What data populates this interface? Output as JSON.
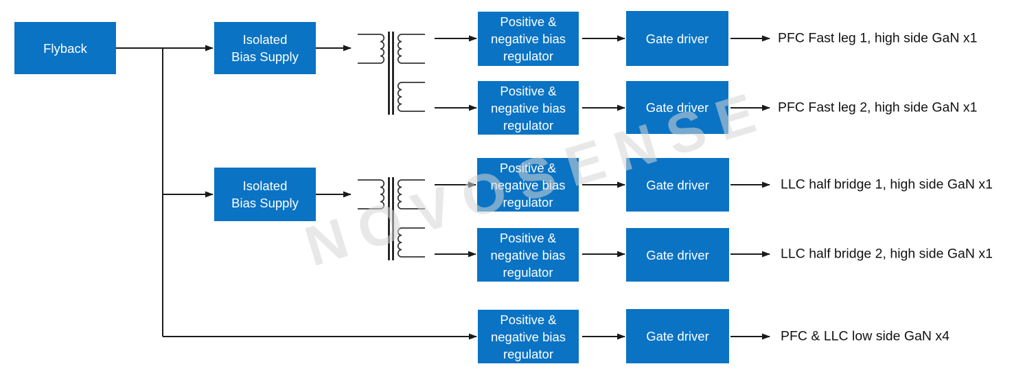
{
  "watermark": "NOVOSENSE",
  "colors": {
    "block_fill": "#0a73c4",
    "block_text": "#ffffff",
    "connector": "#1a1a1a",
    "transformer_stroke": "#333333",
    "output_text": "#111111"
  },
  "blocks": {
    "flyback": {
      "label": "Flyback"
    },
    "isolated_bias_supply": {
      "line1": "Isolated",
      "line2": "Bias Supply"
    },
    "bias_regulator": {
      "line1": "Positive &",
      "line2": "negative bias",
      "line3": "regulator"
    },
    "gate_driver": {
      "label": "Gate driver"
    }
  },
  "outputs": [
    "PFC Fast leg 1, high side GaN x1",
    "PFC Fast leg 2, high side GaN x1",
    "LLC half bridge 1, high side GaN x1",
    "LLC half bridge 2, high side GaN x1",
    "PFC & LLC low side GaN x4"
  ]
}
